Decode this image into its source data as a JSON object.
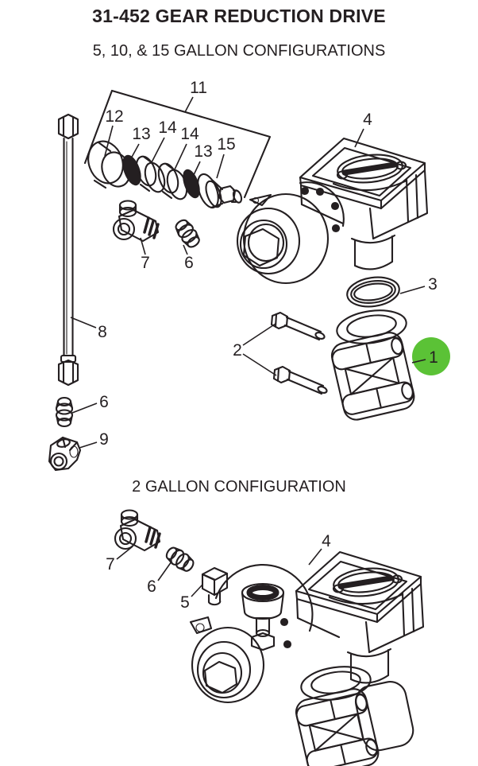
{
  "title": "31-452 GEAR REDUCTION DRIVE",
  "sections": {
    "multi_gallon": {
      "heading": "5, 10, & 15 GALLON CONFIGURATIONS",
      "callouts": {
        "c11": "11",
        "c12": "12",
        "c13a": "13",
        "c14a": "14",
        "c14b": "14",
        "c13b": "13",
        "c15": "15",
        "c4": "4",
        "c7": "7",
        "c6a": "6",
        "c8": "8",
        "c3": "3",
        "c2": "2",
        "c1": "1",
        "c6b": "6",
        "c9": "9"
      }
    },
    "two_gallon": {
      "heading": "2 GALLON CONFIGURATION",
      "callouts": {
        "c4": "4",
        "c7": "7",
        "c6": "6",
        "c5": "5"
      }
    }
  },
  "highlight": {
    "part_number": "1",
    "color": "#5bc236"
  },
  "colors": {
    "line": "#241f21",
    "background": "#ffffff"
  }
}
